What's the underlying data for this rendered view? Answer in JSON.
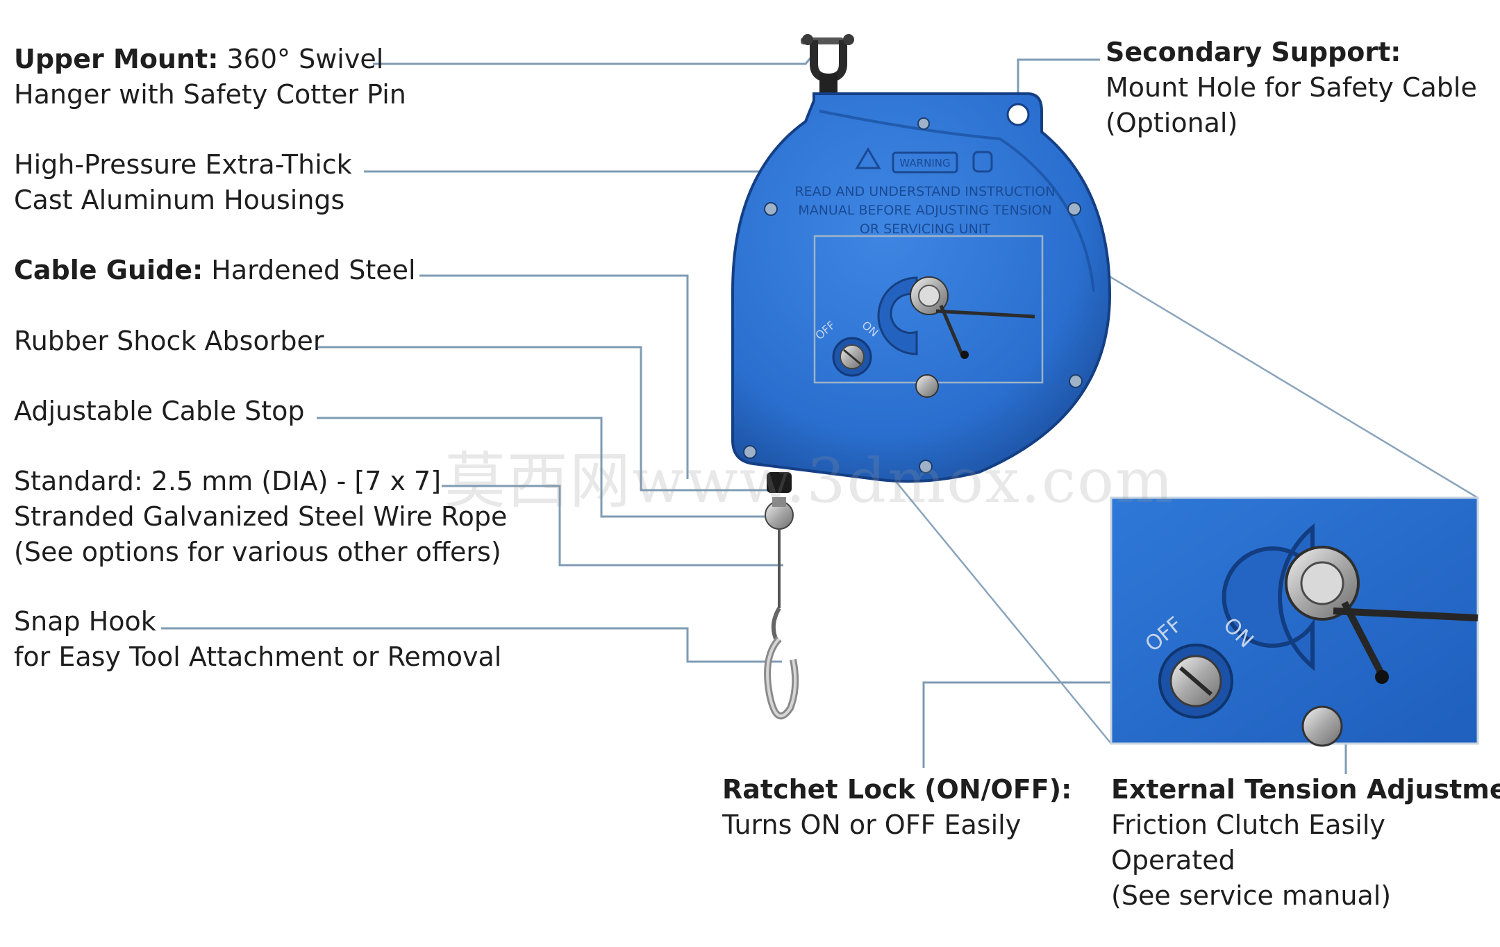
{
  "callouts": {
    "upper_mount": {
      "title": "Upper Mount:",
      "text1": " 360° Swivel",
      "text2": "Hanger with Safety Cotter Pin"
    },
    "housing": {
      "line1": "High-Pressure Extra-Thick",
      "line2": "Cast Aluminum Housings"
    },
    "cable_guide": {
      "title": "Cable Guide:",
      "text": " Hardened Steel"
    },
    "shock_absorber": {
      "text": "Rubber Shock Absorber"
    },
    "cable_stop": {
      "text": "Adjustable Cable Stop"
    },
    "wire_rope": {
      "line1": "Standard: 2.5 mm (DIA) - [7 x 7]",
      "line2": "Stranded Galvanized Steel Wire Rope",
      "line3": "(See options for various other offers)"
    },
    "snap_hook": {
      "line1": "Snap Hook",
      "line2": "for Easy Tool Attachment or Removal"
    },
    "secondary_support": {
      "title": "Secondary Support:",
      "line1": "Mount Hole for Safety Cable",
      "line2": "(Optional)"
    },
    "ratchet_lock": {
      "title": "Ratchet Lock (ON/OFF):",
      "line1": "Turns ON or OFF Easily"
    },
    "tension_adjustment": {
      "title": "External Tension Adjustment:",
      "line1": "Friction Clutch Easily",
      "line2": "Operated",
      "line3": "(See service manual)"
    }
  },
  "device": {
    "warning_badge": "WARNING",
    "warning_line1": "READ AND UNDERSTAND INSTRUCTION",
    "warning_line2": "MANUAL BEFORE ADJUSTING TENSION",
    "warning_line3": "OR SERVICING UNIT",
    "off_label": "OFF",
    "on_label": "ON"
  },
  "watermark": "莫西网www.3dmox.com",
  "colors": {
    "housing_blue": "#2a6fcf",
    "housing_dark": "#1c4f9e",
    "leader_line": "#7f9bb4",
    "text": "#1e1e1e"
  }
}
